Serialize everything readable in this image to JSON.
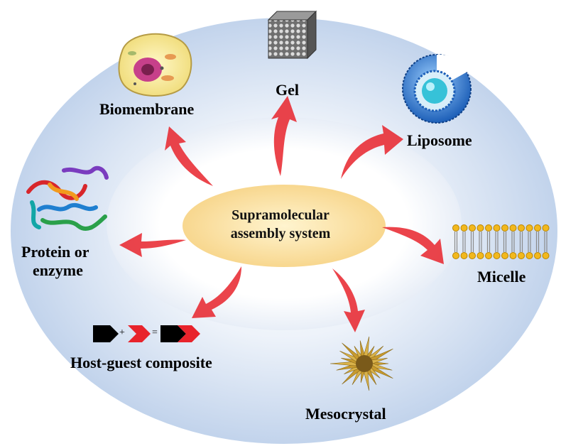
{
  "center": {
    "line1": "Supramolecular",
    "line2": "assembly system"
  },
  "labels": {
    "gel": "Gel",
    "biomembrane": "Biomembrane",
    "liposome": "Liposome",
    "protein_line1": "Protein or",
    "protein_line2": "enzyme",
    "micelle": "Micelle",
    "host_guest": "Host-guest composite",
    "mesocrystal": "Mesocrystal"
  },
  "equation": {
    "plus": "+",
    "equals": "="
  },
  "colors": {
    "outer_ellipse": "#c9d9ef",
    "inner_ellipse": "#ffffff",
    "center_ellipse": "#fbe3a4",
    "arrow": "#e8232b",
    "arrow_light": "#fde0df"
  }
}
